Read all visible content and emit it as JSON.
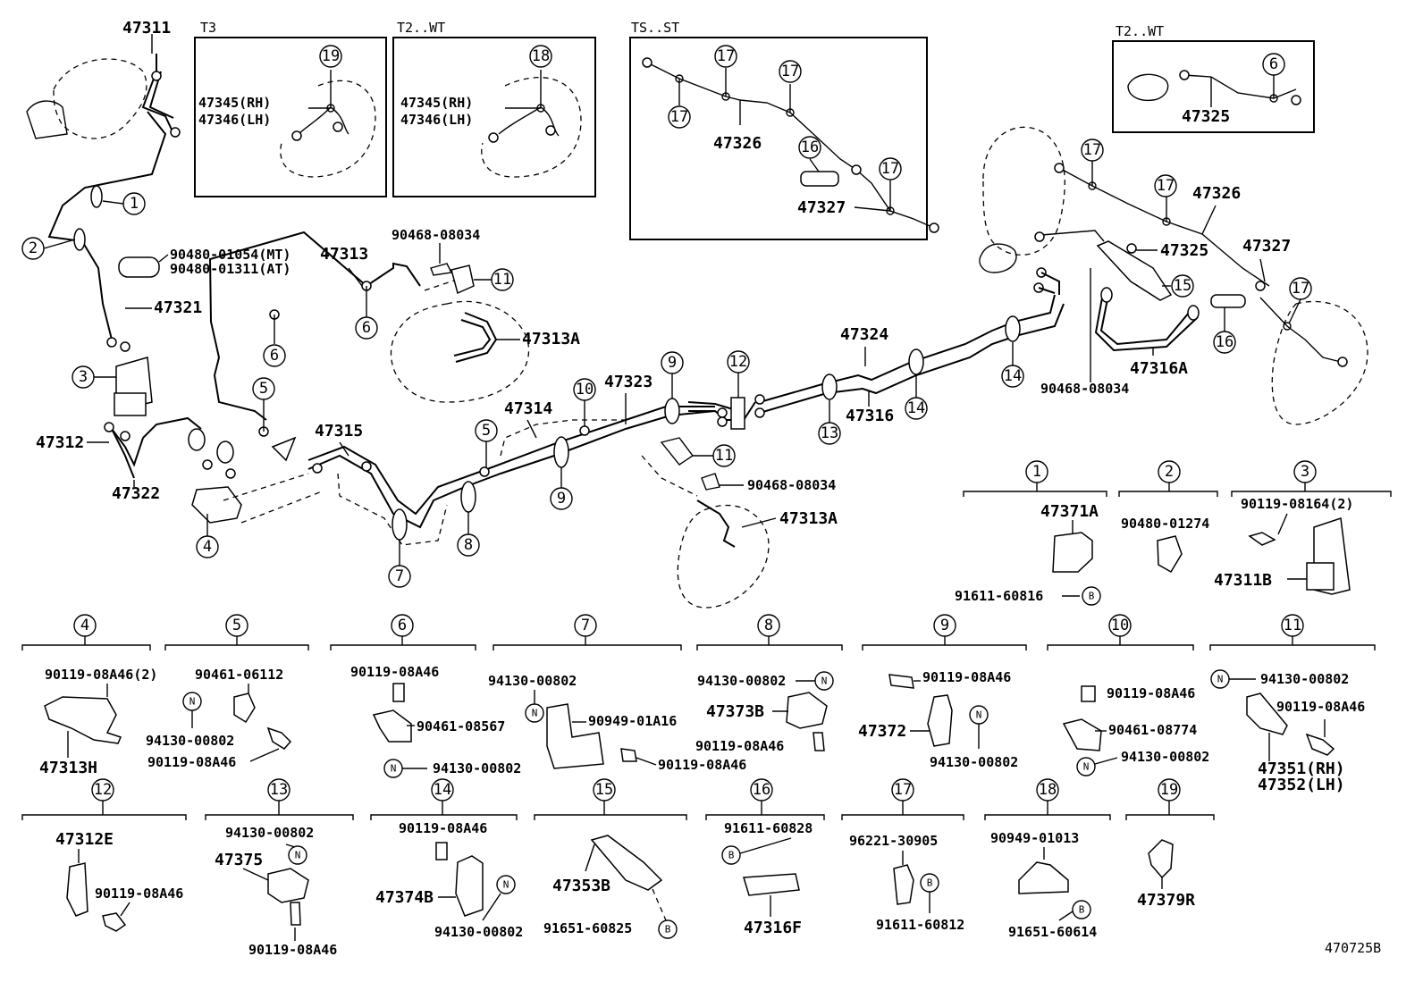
{
  "insets": [
    {
      "label": "T3",
      "parts": [
        "47345(RH)",
        "47346(LH)"
      ],
      "callout": "19"
    },
    {
      "label": "T2..WT",
      "parts": [
        "47345(RH)",
        "47346(LH)"
      ],
      "callout": "18"
    },
    {
      "label": "TS..ST",
      "parts": [
        "47326",
        "47327"
      ],
      "callouts": [
        "17",
        "16"
      ]
    },
    {
      "label": "T2..WT",
      "parts": [
        "47325"
      ],
      "callout": "6"
    }
  ],
  "main_labels": {
    "p47311": "47311",
    "p47321": "47321",
    "p47312": "47312",
    "p47322": "47322",
    "p47313": "47313",
    "p47313A_1": "47313A",
    "p47313A_2": "47313A",
    "p47315": "47315",
    "p47314": "47314",
    "p47323": "47323",
    "p47324": "47324",
    "p47316": "47316",
    "p47326": "47326",
    "p47325": "47325",
    "p47327": "47327",
    "p47316A": "47316A",
    "p90480a": "90480-01054(MT)",
    "p90480b": "90480-01311(AT)",
    "p90468a": "90468-08034",
    "p90468b": "90468-08034",
    "p90468c": "90468-08034"
  },
  "callouts_main": [
    "1",
    "2",
    "3",
    "4",
    "5",
    "6",
    "7",
    "8",
    "9",
    "10",
    "11",
    "12",
    "13",
    "14",
    "15",
    "16",
    "17"
  ],
  "detail_groups": [
    {
      "num": "1",
      "parts": [
        "47371A",
        "91611-60816"
      ],
      "badges": [
        "B"
      ]
    },
    {
      "num": "2",
      "parts": [
        "90480-01274"
      ]
    },
    {
      "num": "3",
      "parts": [
        "90119-08164(2)",
        "47311B"
      ]
    },
    {
      "num": "4",
      "parts": [
        "90119-08A46(2)",
        "47313H"
      ]
    },
    {
      "num": "5",
      "parts": [
        "90461-06112",
        "94130-00802",
        "90119-08A46"
      ],
      "badges": [
        "N"
      ]
    },
    {
      "num": "6",
      "parts": [
        "90119-08A46",
        "90461-08567",
        "94130-00802"
      ],
      "badges": [
        "N"
      ]
    },
    {
      "num": "7",
      "parts": [
        "94130-00802",
        "90949-01A16",
        "90119-08A46"
      ],
      "badges": [
        "N"
      ]
    },
    {
      "num": "8",
      "parts": [
        "94130-00802",
        "47373B",
        "90119-08A46"
      ],
      "badges": [
        "N"
      ]
    },
    {
      "num": "9",
      "parts": [
        "90119-08A46",
        "47372",
        "94130-00802"
      ],
      "badges": [
        "N"
      ]
    },
    {
      "num": "10",
      "parts": [
        "90119-08A46",
        "90461-08774",
        "94130-00802"
      ],
      "badges": [
        "N"
      ]
    },
    {
      "num": "11",
      "parts": [
        "94130-00802",
        "90119-08A46",
        "47351(RH)",
        "47352(LH)"
      ],
      "badges": [
        "N"
      ]
    },
    {
      "num": "12",
      "parts": [
        "47312E",
        "90119-08A46"
      ]
    },
    {
      "num": "13",
      "parts": [
        "94130-00802",
        "47375",
        "90119-08A46"
      ],
      "badges": [
        "N"
      ]
    },
    {
      "num": "14",
      "parts": [
        "90119-08A46",
        "47374B",
        "94130-00802"
      ],
      "badges": [
        "N"
      ]
    },
    {
      "num": "15",
      "parts": [
        "47353B",
        "91651-60825"
      ],
      "badges": [
        "B"
      ]
    },
    {
      "num": "16",
      "parts": [
        "91611-60828",
        "47316F"
      ],
      "badges": [
        "B"
      ]
    },
    {
      "num": "17",
      "parts": [
        "96221-30905",
        "91611-60812"
      ],
      "badges": [
        "B"
      ]
    },
    {
      "num": "18",
      "parts": [
        "90949-01013",
        "91651-60614"
      ],
      "badges": [
        "B"
      ]
    },
    {
      "num": "19",
      "parts": [
        "47379R"
      ]
    }
  ],
  "figure_id": "470725B"
}
